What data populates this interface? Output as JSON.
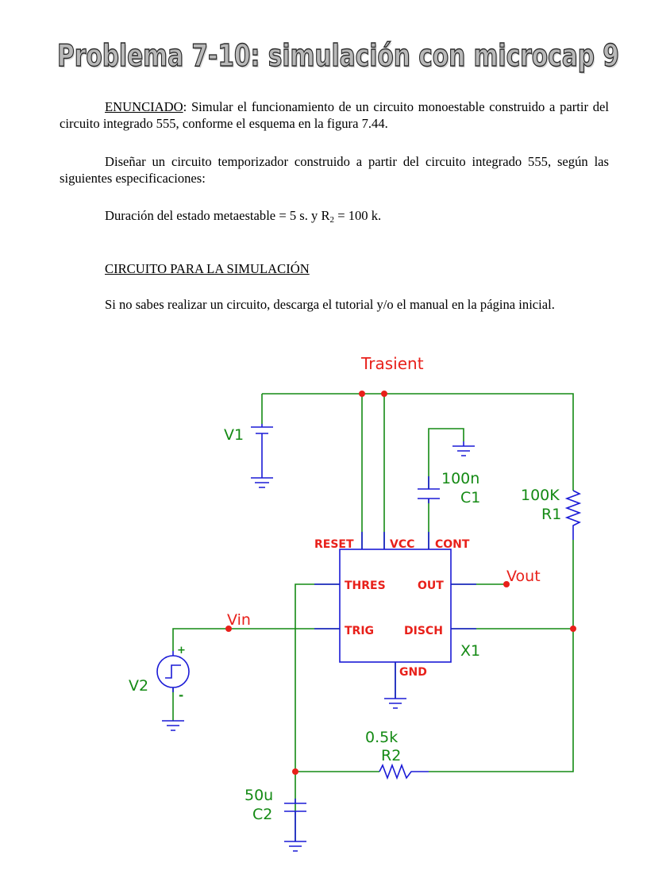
{
  "doc": {
    "title": "Problema 7-10: simulación con microcap 9",
    "p1_heading": "ENUNCIADO",
    "p1_text": ": Simular el funcionamiento de un circuito monoestable construido a partir del circuito integrado 555, conforme el esquema en la figura 7.44.",
    "p2_text": "Diseñar un circuito temporizador construido a partir del circuito integrado 555, según las siguientes especificaciones:",
    "p3_pre": "Duración del estado metaestable = 5 s. y R",
    "p3_sub": "2",
    "p3_post": " = 100 k.",
    "section_heading": "CIRCUITO PARA LA SIMULACIÓN",
    "p4_text": "Si no sabes realizar un circuito, descarga el tutorial y/o el manual en la página inicial."
  },
  "circuit": {
    "colors": {
      "wire_green": "#148a14",
      "component_blue": "#1a1ad6",
      "node_red": "#e8201a",
      "label_red": "#e8201a",
      "label_green": "#148a14"
    },
    "analysis_label": "Trasient",
    "v1_label": "V1",
    "v2_label": "V2",
    "v2_plus": "+",
    "v2_minus": "-",
    "c1_value": "100n",
    "c1_label": "C1",
    "r1_value": "100K",
    "r1_label": "R1",
    "r2_value": "0.5k",
    "r2_label": "R2",
    "c2_value": "50u",
    "c2_label": "C2",
    "ic_label": "X1",
    "vin_label": "Vin",
    "vout_label": "Vout",
    "pins": {
      "reset": "RESET",
      "vcc": "VCC",
      "cont": "CONT",
      "thres": "THRES",
      "out": "OUT",
      "trig": "TRIG",
      "disch": "DISCH",
      "gnd": "GND"
    }
  }
}
